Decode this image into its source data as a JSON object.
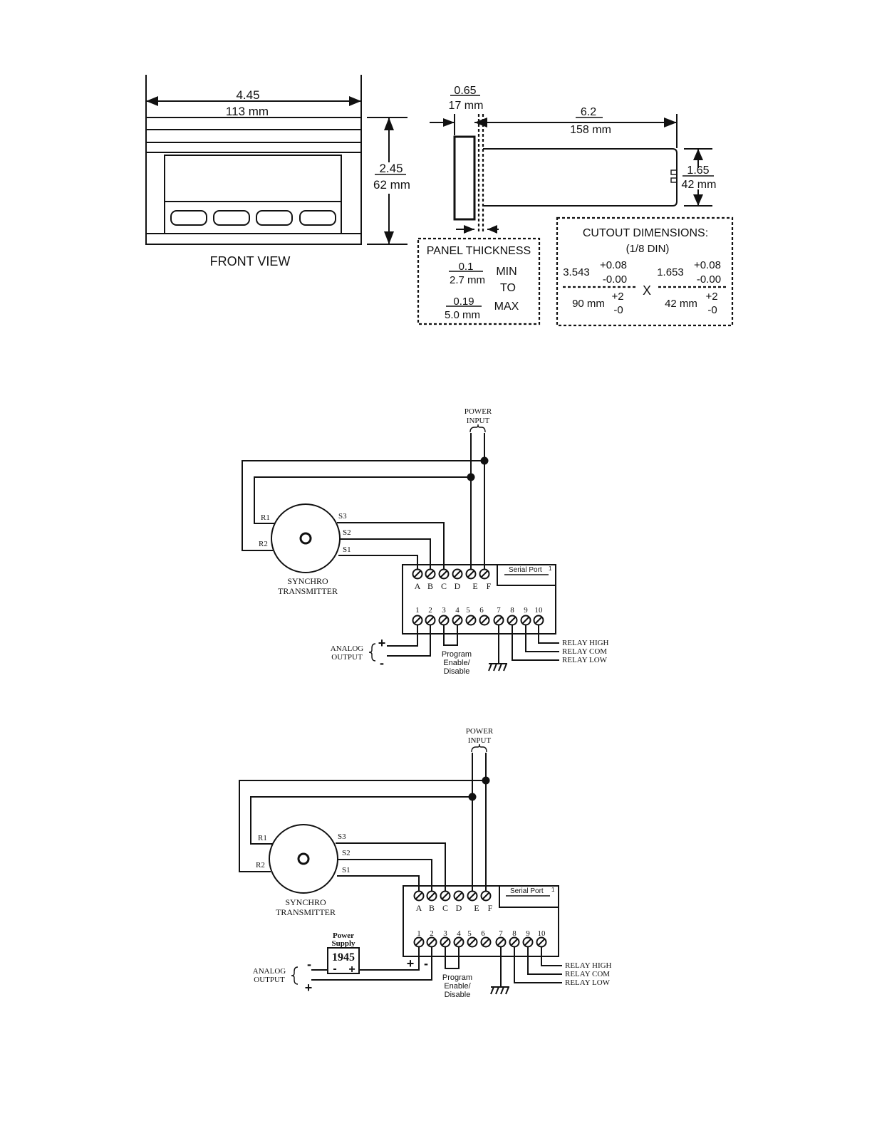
{
  "front_view": {
    "label": "FRONT VIEW",
    "width_in": "4.45",
    "width_mm": "113 mm",
    "height_in": "2.45",
    "height_mm": "62 mm"
  },
  "side_view": {
    "bezel_in": "0.65",
    "bezel_mm": "17 mm",
    "depth_in": "6.2",
    "depth_mm": "158 mm",
    "height_in": "1.65",
    "height_mm": "42 mm"
  },
  "panel_thickness": {
    "title": "PANEL THICKNESS",
    "min_in": "0.1",
    "min_mm": "2.7 mm",
    "max_in": "0.19",
    "max_mm": "5.0 mm",
    "min_label": "MIN",
    "to_label": "TO",
    "max_label": "MAX"
  },
  "cutout": {
    "title": "CUTOUT DIMENSIONS:",
    "subtitle": "(1/8 DIN)",
    "w_in": "3.543",
    "w_tol_plus": "+0.08",
    "w_tol_minus": "-0.00",
    "h_in": "1.653",
    "h_tol_plus": "+0.08",
    "h_tol_minus": "-0.00",
    "times": "X",
    "w_mm": "90 mm",
    "w_mm_plus": "+2",
    "w_mm_minus": "-0",
    "h_mm": "42 mm",
    "h_mm_plus": "+2",
    "h_mm_minus": "-0"
  },
  "wiring_common": {
    "power_input_1": "POWER",
    "power_input_2": "INPUT",
    "r1": "R1",
    "r2": "R2",
    "s1": "S1",
    "s2": "S2",
    "s3": "S3",
    "synchro_1": "SYNCHRO",
    "synchro_2": "TRANSMITTER",
    "serial_port": "Serial Port",
    "serial_port_sup": "1",
    "top_terminals": [
      "A",
      "B",
      "C",
      "D",
      "E",
      "F"
    ],
    "bottom_terminals": [
      "1",
      "2",
      "3",
      "4",
      "5",
      "6",
      "7",
      "8",
      "9",
      "10"
    ],
    "relay_high": "RELAY HIGH",
    "relay_com": "RELAY COM",
    "relay_low": "RELAY LOW",
    "program_1": "Program",
    "program_2": "Enable/",
    "program_3": "Disable",
    "analog_1": "ANALOG",
    "analog_2": "OUTPUT",
    "plus": "+",
    "minus": "-"
  },
  "diagram2": {
    "ps_title_1": "Power",
    "ps_title_2": "Supply",
    "ps_model": "1945"
  }
}
